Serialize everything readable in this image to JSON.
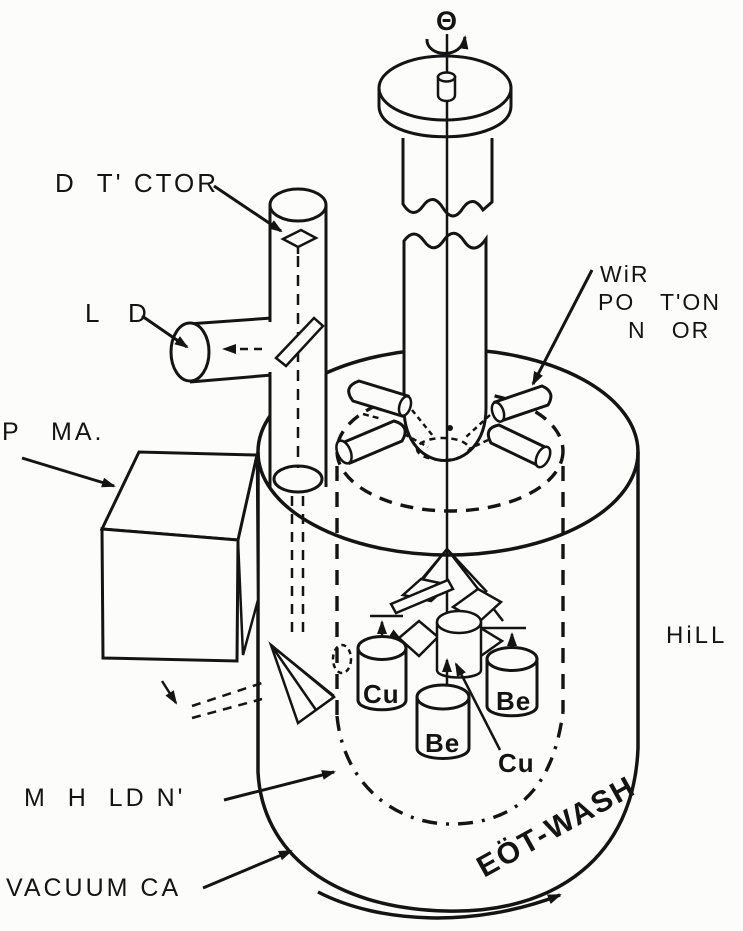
{
  "figure": "torsion-balance-apparatus-line-drawing",
  "colors": {
    "ink": "#141414",
    "paper": "#fcfcfa"
  },
  "labels": {
    "theta": "Θ",
    "detector": "D  T' CTOR",
    "led": "L  D",
    "preamp": "P   MA.",
    "wire_monitor": [
      "WiR",
      "PO   T'ON",
      "N   OR"
    ],
    "hill": "HiLL",
    "mag_shielding": "M  H  LD N'",
    "vacuum_can": "VACUUM CA",
    "group_name": "EÖT-WASH",
    "masses": {
      "cu_left": "Cu",
      "be_front": "Be",
      "be_right": "Be",
      "cu_rear": "Cu"
    }
  }
}
